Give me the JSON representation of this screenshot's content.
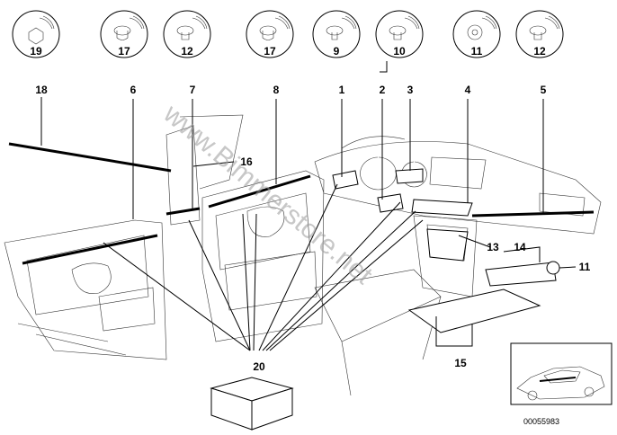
{
  "fasteners": [
    {
      "number": "19"
    },
    {
      "number": "17"
    },
    {
      "number": "12"
    },
    {
      "number": "17"
    },
    {
      "number": "9"
    },
    {
      "number": "10"
    },
    {
      "number": "11"
    },
    {
      "number": "12"
    }
  ],
  "callouts": {
    "c18": "18",
    "c6": "6",
    "c7": "7",
    "c8": "8",
    "c1": "1",
    "c2": "2",
    "c3": "3",
    "c4": "4",
    "c5": "5",
    "c16": "16",
    "c13": "13",
    "c14": "14",
    "c11": "11",
    "c15": "15",
    "c20": "20"
  },
  "watermark": "www.Bimmerstore.net",
  "diagram_code": "00055983"
}
